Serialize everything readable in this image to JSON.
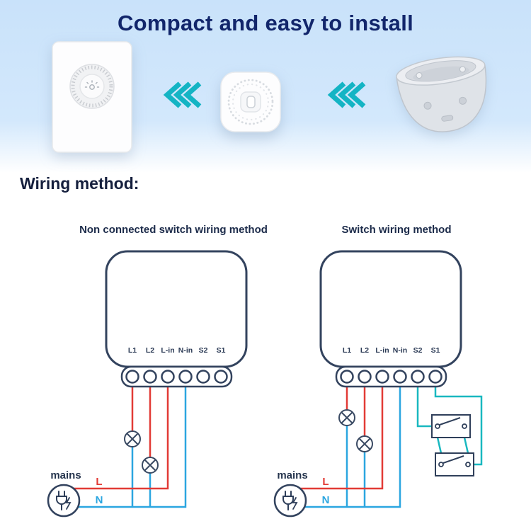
{
  "header": {
    "title": "Compact and easy to install"
  },
  "wiring": {
    "heading": "Wiring method:",
    "diagrams": [
      {
        "title": "Non connected switch wiring method",
        "terminals": [
          "L1",
          "L2",
          "L-in",
          "N-in",
          "S2",
          "S1"
        ],
        "mains_label": "mains",
        "live_label": "L",
        "neutral_label": "N"
      },
      {
        "title": "Switch wiring method",
        "terminals": [
          "L1",
          "L2",
          "L-in",
          "N-in",
          "S2",
          "S1"
        ],
        "mains_label": "mains",
        "live_label": "L",
        "neutral_label": "N"
      }
    ]
  },
  "icons": {
    "arrows": "chevron-left-arrows-icon",
    "lamp": "lamp-icon",
    "plug": "mains-plug-icon",
    "switch": "wall-switch-icon",
    "dimmer": "dimmer-knob-icon",
    "module": "smart-module-icon",
    "junction_box": "junction-box-icon"
  },
  "colors": {
    "hero_background": "#cfe5fb",
    "title_text": "#12266b",
    "arrow_teal": "#14b4c4",
    "wire_live_red": "#e23b36",
    "wire_neutral_blue": "#2ba6e0",
    "wire_switch_teal": "#19b8c0",
    "outline_navy": "#33435e"
  }
}
